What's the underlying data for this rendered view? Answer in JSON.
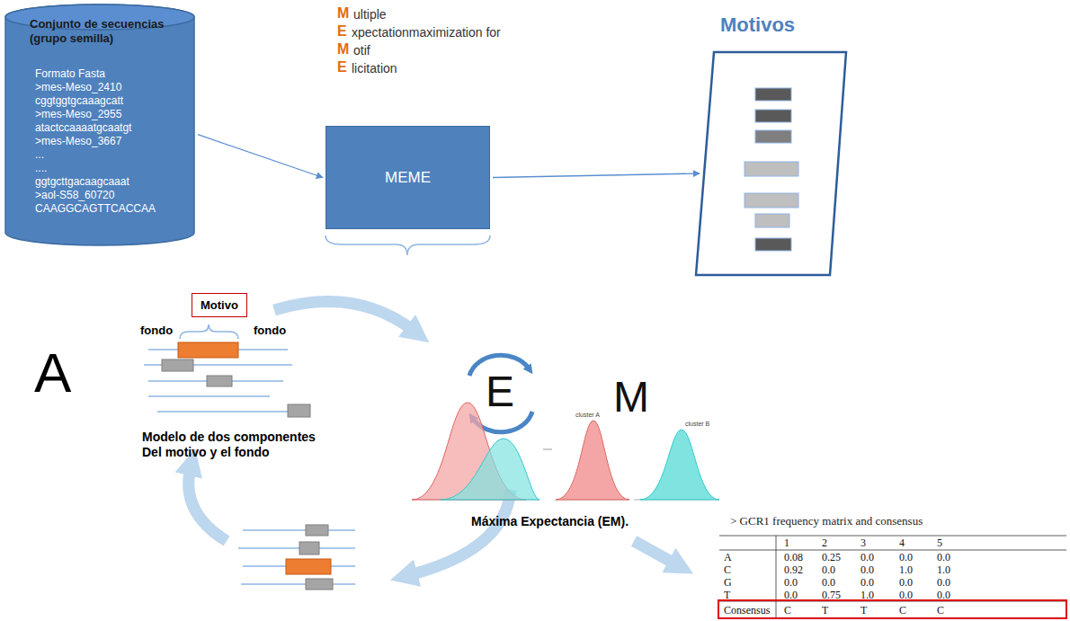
{
  "diagram": {
    "nodes": [
      {
        "text": [
          "Conjunto de secuencias (grupo semilla)",
          "Formato Fasta",
          ">mes-Meso_2410",
          "cggtggtgcaaagcatt",
          ">mes-Meso_2955",
          "atactccaaaatgcaatgt",
          ">mes-Meso_3667",
          "...",
          "....",
          "ggtgcttgacaagcaaat",
          ">aol-S58_60720",
          "CAAGGCAGTTCACCAA"
        ]
      },
      {
        "text": [
          "MEME"
        ]
      },
      {
        "text": [
          "Motivos"
        ]
      },
      {
        "text": [
          "Motivo"
        ]
      }
    ],
    "edges": [
      {
        "from": 0,
        "to": 1,
        "arrow": "to"
      },
      {
        "from": 1,
        "to": 2,
        "arrow": "to"
      }
    ],
    "labels": [
      "M",
      "ultiple",
      "E",
      "xpectationmaximization for",
      "M",
      "otif",
      "E",
      "licitation",
      "fondo",
      "fondo",
      "A",
      "Modelo de dos componentes Del motivo y el fondo",
      "E",
      "M",
      "Máxima Expectancia (EM).",
      "cluster A",
      "cluster B",
      "> GCR1 frequency matrix and consensus",
      "1",
      "2",
      "3",
      "4",
      "5",
      "A",
      "0.08",
      "0.25",
      "0.0",
      "0.0",
      "0.0",
      "C",
      "0.92",
      "0.0",
      "0.0",
      "1.0",
      "1.0",
      "G",
      "0.0",
      "0.0",
      "0.0",
      "0.0",
      "0.0",
      "T",
      "0.0",
      "0.75",
      "1.0",
      "0.0",
      "0.0",
      "Consensus",
      "C",
      "T",
      "T",
      "C",
      "C"
    ]
  }
}
